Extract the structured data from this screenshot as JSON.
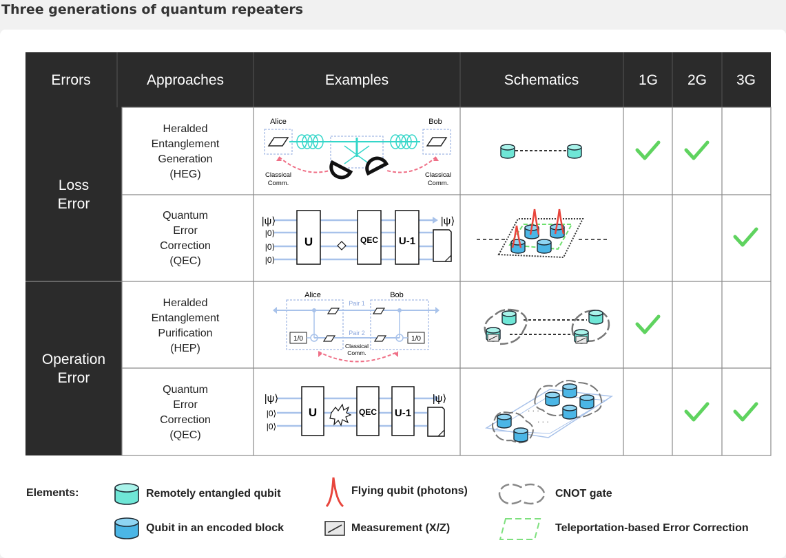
{
  "title": "Three generations of quantum repeaters",
  "table": {
    "headers": [
      "Errors",
      "Approaches",
      "Examples",
      "Schematics",
      "1G",
      "2G",
      "3G"
    ],
    "error_groups": [
      "Loss Error",
      "Operation Error"
    ],
    "rows": [
      {
        "approach": [
          "Heralded",
          "Entanglement",
          "Generation",
          "(HEG)"
        ],
        "g1": true,
        "g2": true,
        "g3": false
      },
      {
        "approach": [
          "Quantum",
          "Error",
          "Correction",
          "(QEC)"
        ],
        "g1": false,
        "g2": false,
        "g3": true
      },
      {
        "approach": [
          "Heralded",
          "Entanglement",
          "Purification",
          "(HEP)"
        ],
        "g1": true,
        "g2": false,
        "g3": false
      },
      {
        "approach": [
          "Quantum",
          "Error",
          "Correction",
          "(QEC)"
        ],
        "g1": false,
        "g2": true,
        "g3": true
      }
    ]
  },
  "examples": {
    "heg": {
      "alice": "Alice",
      "bob": "Bob",
      "classical_left": [
        "Classical",
        "Comm."
      ],
      "classical_right": [
        "Classical",
        "Comm."
      ]
    },
    "qec1": {
      "ket_psi": "|ψ⟩",
      "ket_zero": "|0⟩",
      "u": "U",
      "qec": "QEC",
      "u_inv": "U-1",
      "out": "|ψ⟩"
    },
    "hep": {
      "alice": "Alice",
      "bob": "Bob",
      "pair1": "Pair 1",
      "pair2": "Pair 2",
      "box": "1/0",
      "classical": [
        "Classical",
        "Comm."
      ]
    },
    "qec2": {
      "ket_psi": "|ψ⟩",
      "ket_zero": "|0⟩",
      "u": "U",
      "qec": "QEC",
      "u_inv": "U-1",
      "out": "|ψ⟩"
    }
  },
  "legend": {
    "title": "Elements:",
    "items": [
      {
        "label": "Remotely entangled qubit",
        "icon": "cyan-cylinder-icon"
      },
      {
        "label": "Qubit in an encoded block",
        "icon": "blue-cylinder-icon"
      },
      {
        "label": "Flying qubit (photons)",
        "icon": "red-photon-icon"
      },
      {
        "label": "Measurement (X/Z)",
        "icon": "measurement-icon"
      },
      {
        "label": "CNOT gate",
        "icon": "cnot-cloud-icon"
      },
      {
        "label": "Teleportation-based Error Correction",
        "icon": "dashed-parallelogram-icon"
      }
    ]
  },
  "colors": {
    "header_bg": "#2b2b2b",
    "check": "#5fd35f",
    "cyan_qubit": "#6fe6d6",
    "blue_qubit": "#4bb6e6",
    "photon_red": "#e8453c",
    "classical_pink": "#ef6f86",
    "wire_blue": "#a8c2ea"
  }
}
